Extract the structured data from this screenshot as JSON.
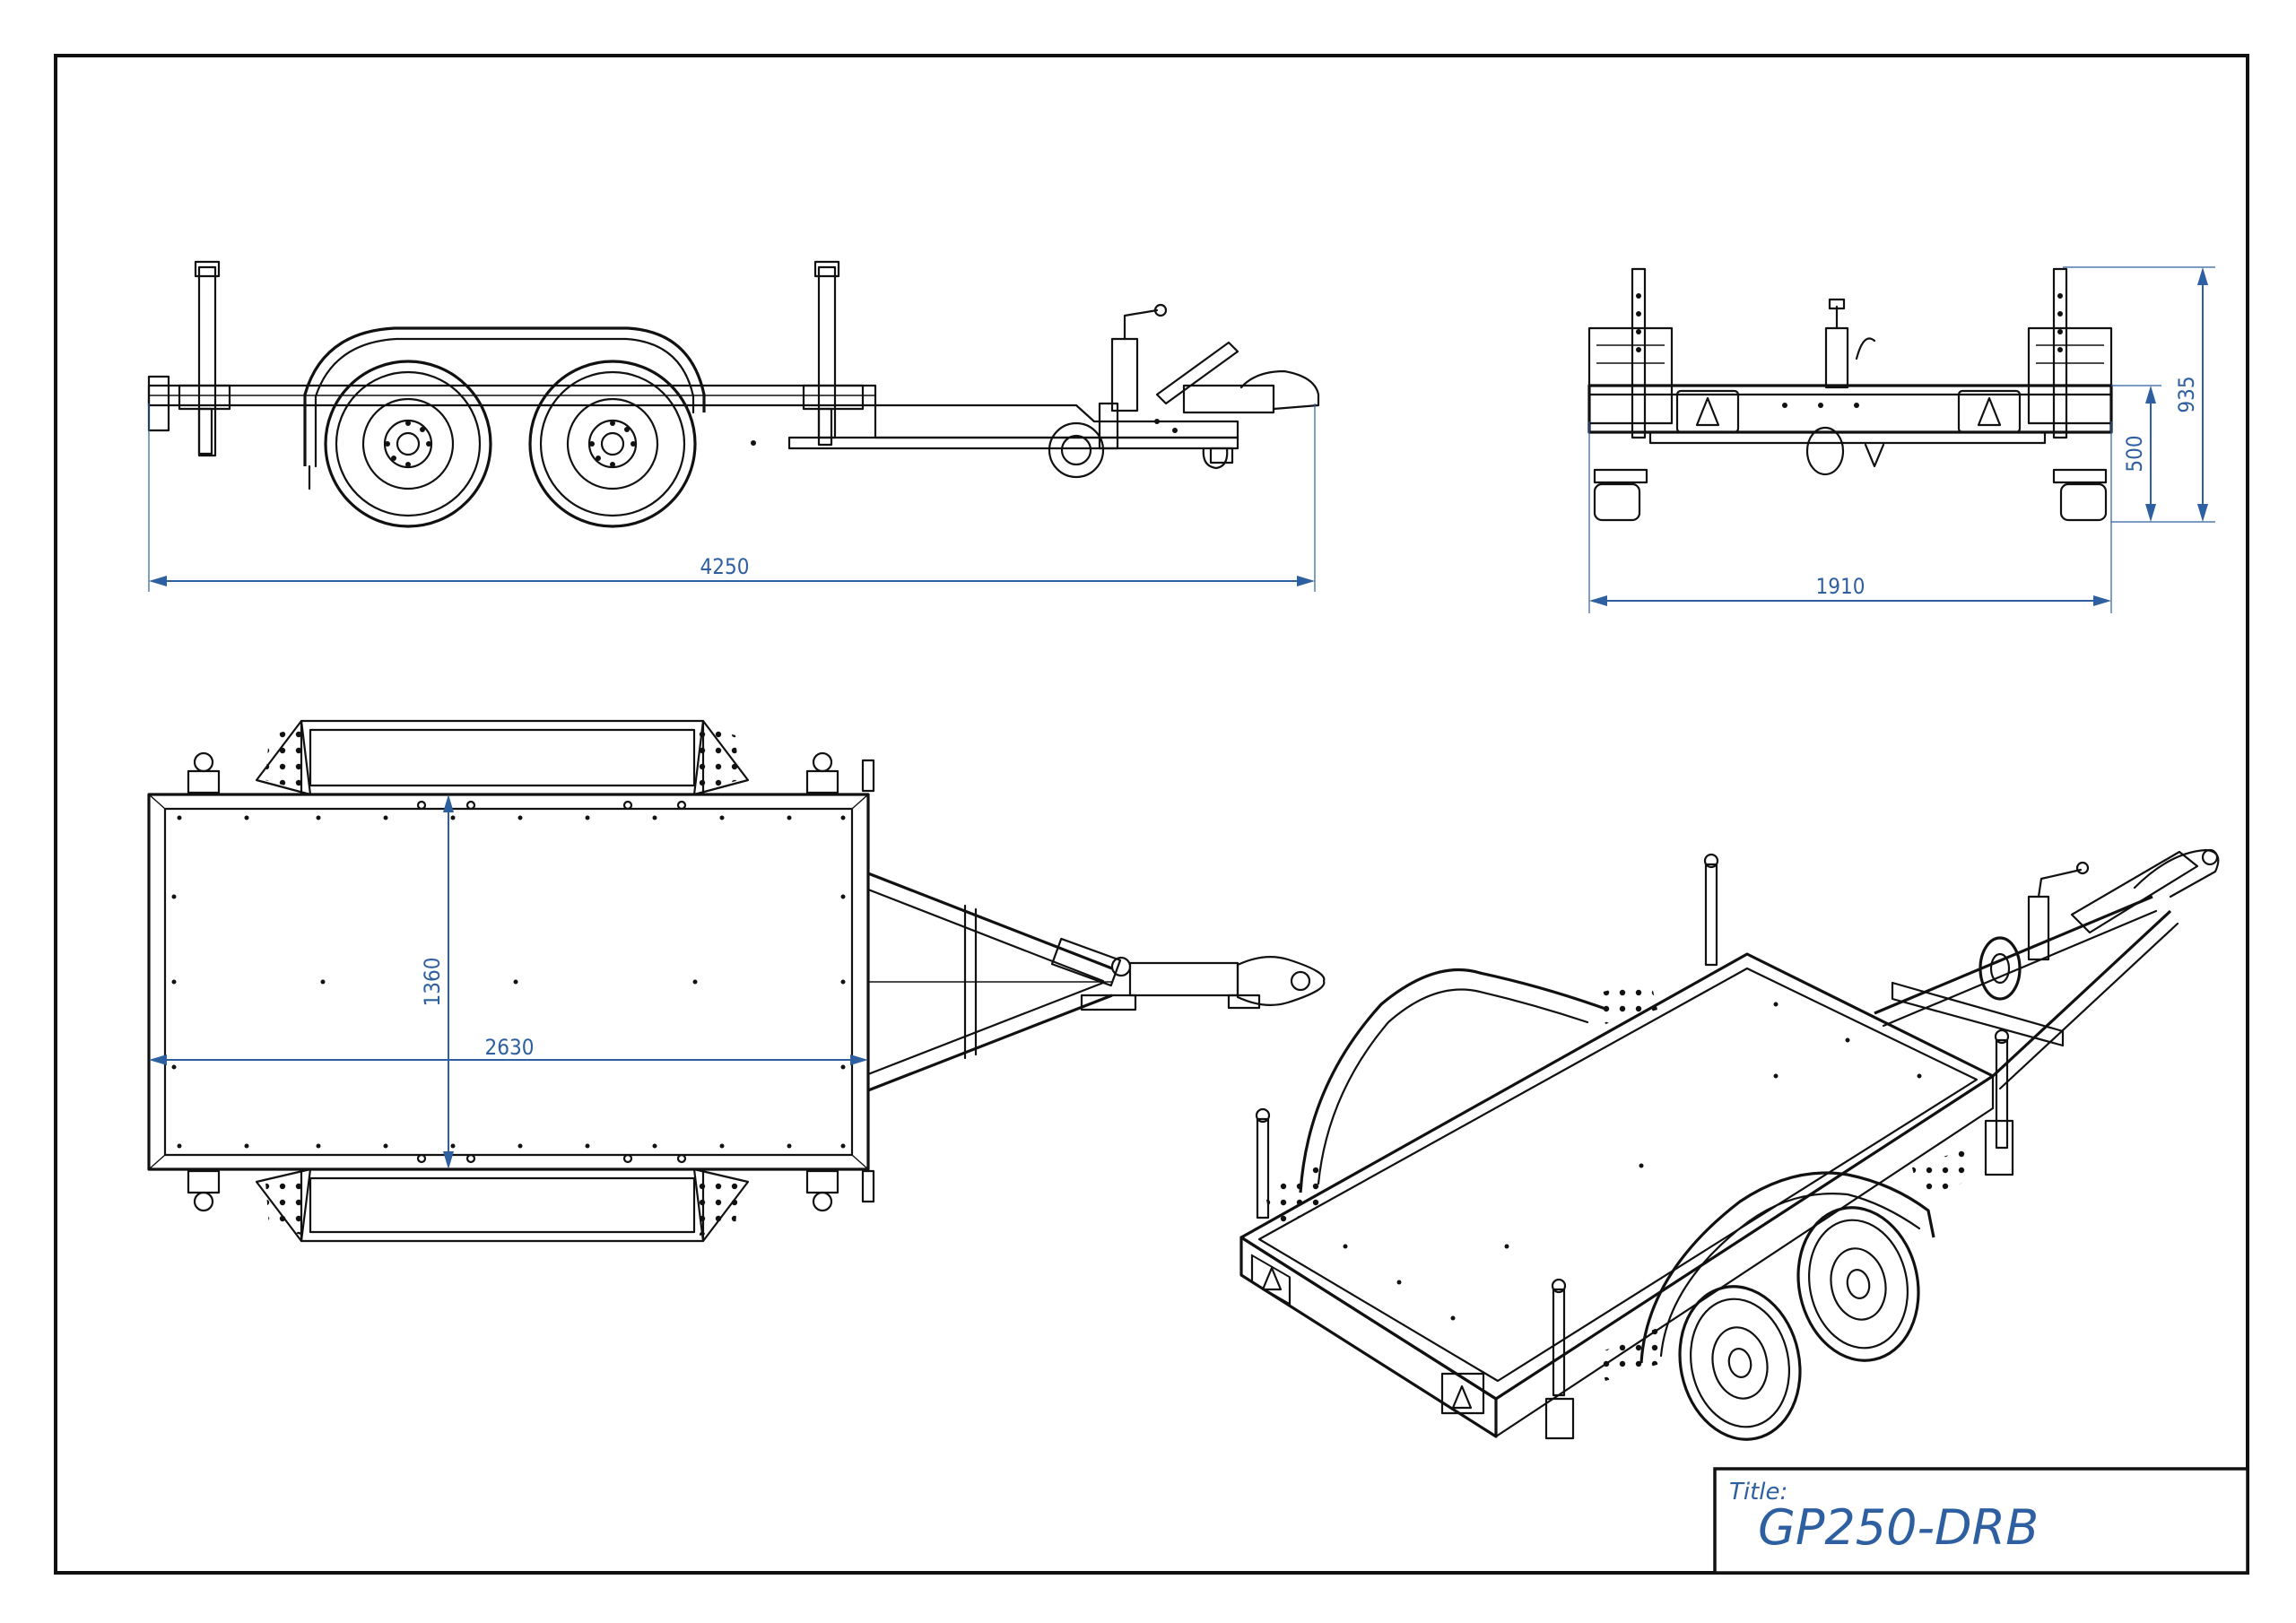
{
  "title_block": {
    "label": "Title:",
    "value": "GP250-DRB"
  },
  "dimensions": {
    "side_length": "4250",
    "front_width": "1910",
    "front_height_total": "935",
    "front_height_deck": "500",
    "top_length": "2630",
    "top_width": "1360"
  },
  "views": [
    "side-view",
    "front-view",
    "top-view",
    "isometric-view"
  ],
  "colors": {
    "line": "#111111",
    "dimension": "#2e5fa0",
    "background": "#ffffff"
  }
}
